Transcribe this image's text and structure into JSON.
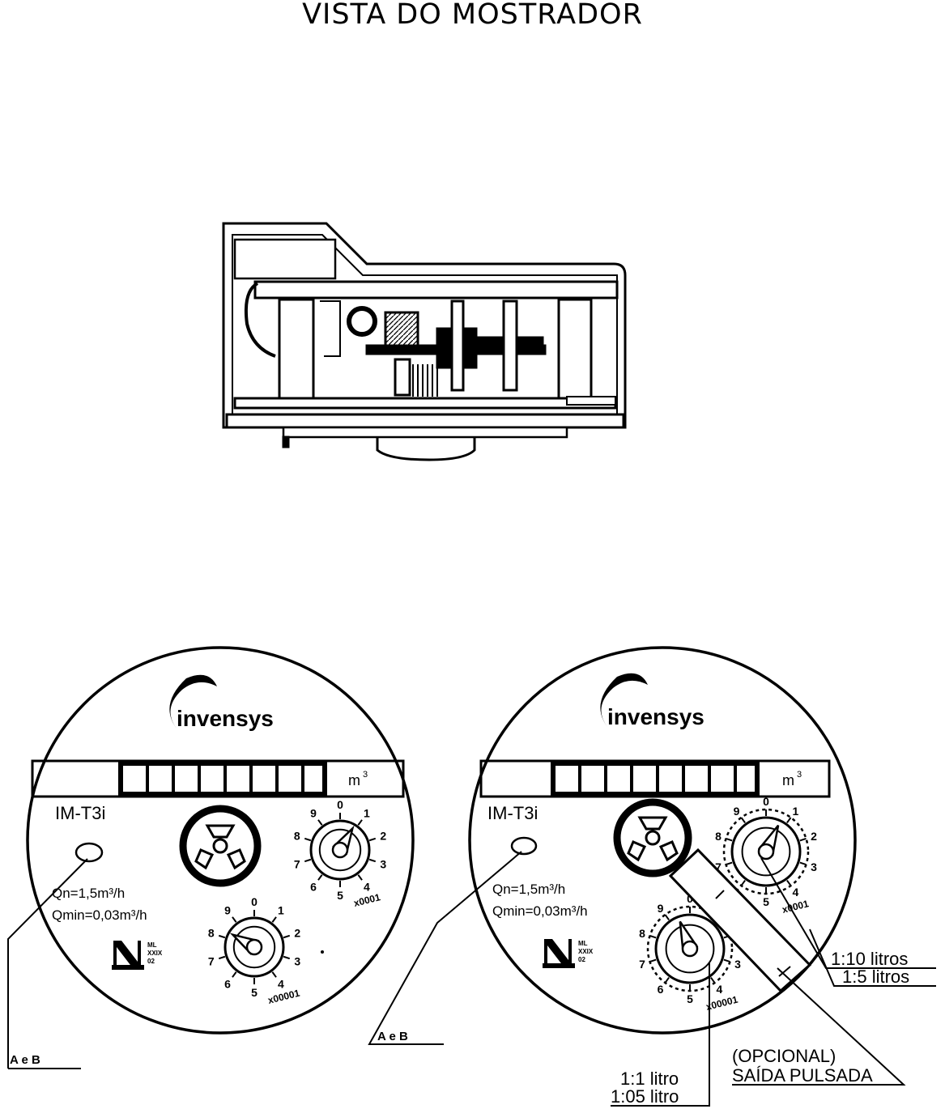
{
  "title": "VISTA DO MOSTRADOR",
  "brand": "invensys",
  "model": "IM-T3i",
  "unit": "m3",
  "unit_sup": "3",
  "qn": "Qn=1,5m³/h",
  "qmin": "Qmin=0,03m³/h",
  "cert": [
    "ML",
    "XXIX",
    "02"
  ],
  "dial_digits": [
    "0",
    "1",
    "2",
    "3",
    "4",
    "5",
    "6",
    "7",
    "8",
    "9"
  ],
  "dial_factor_small": "x0001",
  "dial_factor_large": "x00001",
  "ref_label": "A e B",
  "callouts": {
    "ratio_10": "1:10  litros",
    "ratio_5": "1:5  litros",
    "ratio_1": "1:1  litro",
    "ratio_05": "1:05  litro",
    "optional": "(OPCIONAL)",
    "pulsed_output": "SAÍDA PULSADA"
  }
}
